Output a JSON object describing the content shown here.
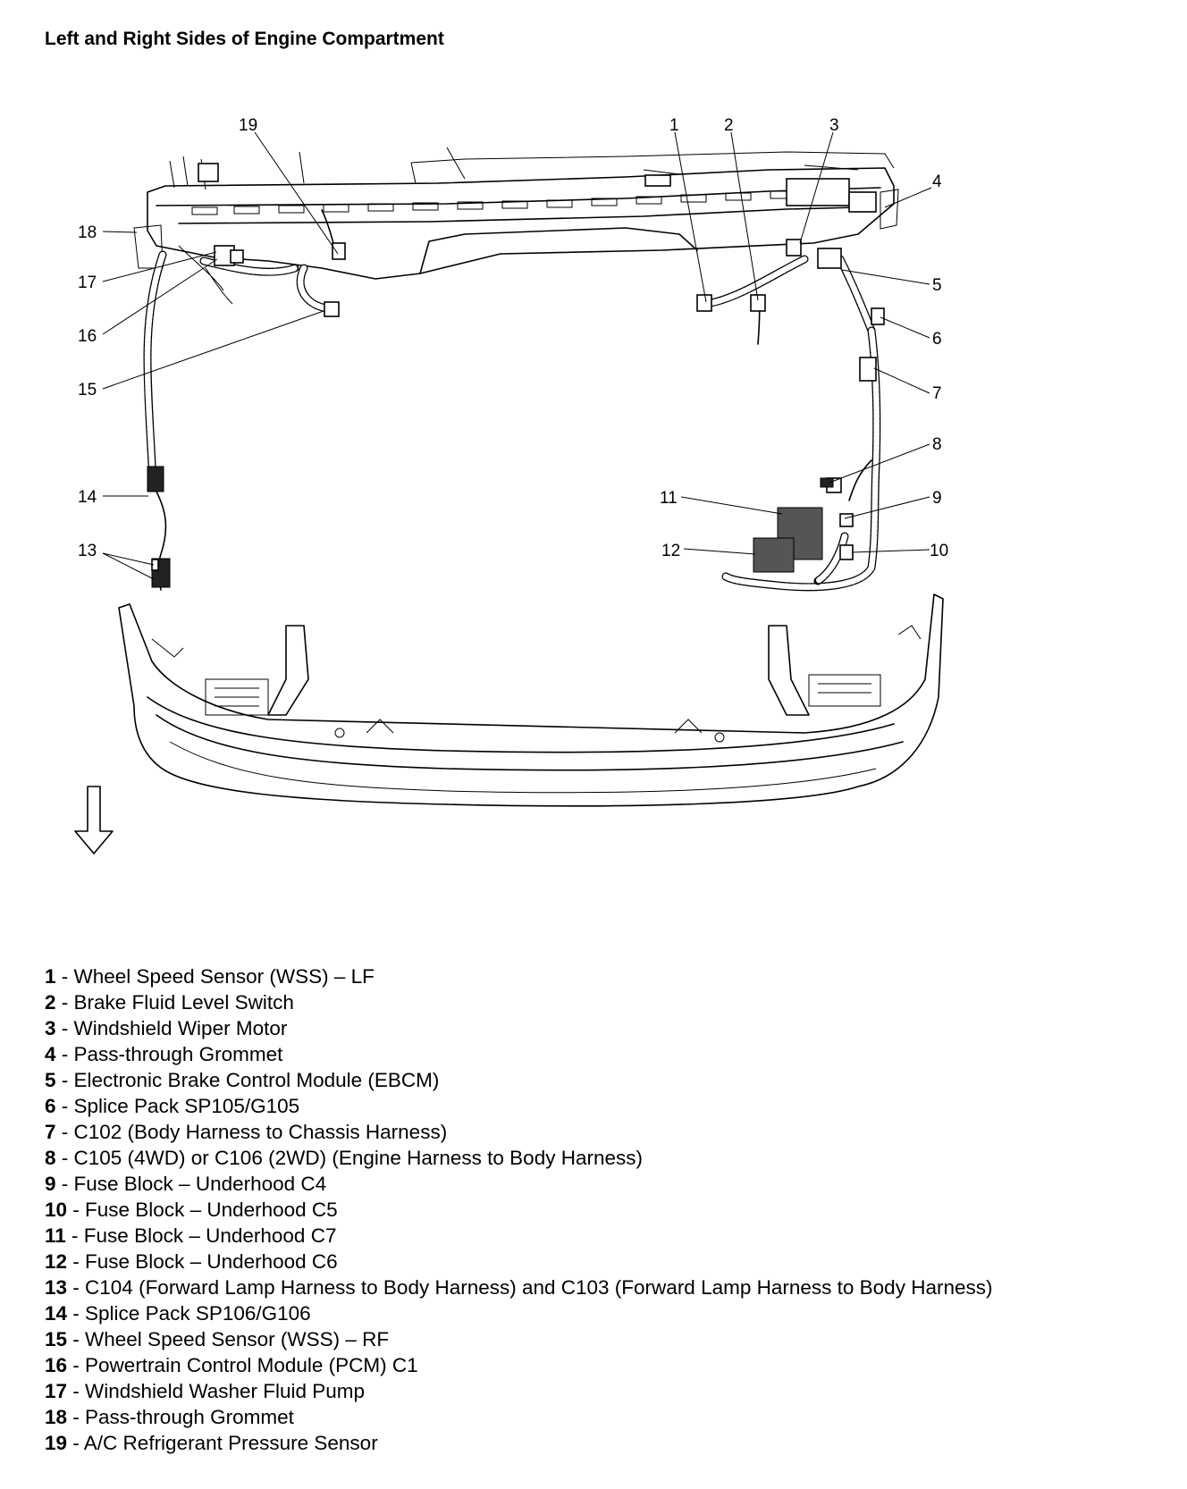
{
  "title": "Left and Right Sides of Engine Compartment",
  "callouts": {
    "c1": "1",
    "c2": "2",
    "c3": "3",
    "c4": "4",
    "c5": "5",
    "c6": "6",
    "c7": "7",
    "c8": "8",
    "c9": "9",
    "c10": "10",
    "c11": "11",
    "c12": "12",
    "c13": "13",
    "c14": "14",
    "c15": "15",
    "c16": "16",
    "c17": "17",
    "c18": "18",
    "c19": "19"
  },
  "front_arrow_icon": "down-arrow-icon",
  "legend": [
    {
      "number": "1",
      "label": "Wheel Speed Sensor (WSS) – LF"
    },
    {
      "number": "2",
      "label": "Brake Fluid Level Switch"
    },
    {
      "number": "3",
      "label": "Windshield Wiper Motor"
    },
    {
      "number": "4",
      "label": "Pass-through Grommet"
    },
    {
      "number": "5",
      "label": "Electronic Brake Control Module (EBCM)"
    },
    {
      "number": "6",
      "label": "Splice Pack SP105/G105"
    },
    {
      "number": "7",
      "label": "C102 (Body Harness to Chassis Harness)"
    },
    {
      "number": "8",
      "label": "C105 (4WD) or C106 (2WD) (Engine Harness to Body Harness)"
    },
    {
      "number": "9",
      "label": "Fuse Block – Underhood C4"
    },
    {
      "number": "10",
      "label": "Fuse Block – Underhood C5"
    },
    {
      "number": "11",
      "label": "Fuse Block – Underhood C7"
    },
    {
      "number": "12",
      "label": "Fuse Block – Underhood C6"
    },
    {
      "number": "13",
      "label": "C104 (Forward Lamp Harness to Body Harness) and C103 (Forward Lamp Harness to Body Harness)"
    },
    {
      "number": "14",
      "label": "Splice Pack SP106/G106"
    },
    {
      "number": "15",
      "label": "Wheel Speed Sensor (WSS) – RF"
    },
    {
      "number": "16",
      "label": "Powertrain Control Module (PCM) C1"
    },
    {
      "number": "17",
      "label": "Windshield Washer Fluid Pump"
    },
    {
      "number": "18",
      "label": "Pass-through Grommet"
    },
    {
      "number": "19",
      "label": "A/C Refrigerant Pressure Sensor"
    }
  ]
}
